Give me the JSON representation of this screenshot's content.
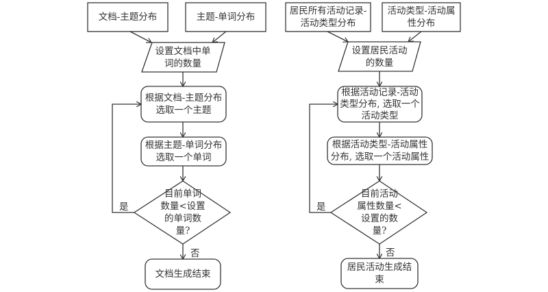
{
  "left_flowchart": {
    "input_1": "文档-主题分布",
    "input_2": "主题-单词分布",
    "set_count": [
      "设置文档中单",
      "词的数量"
    ],
    "step_1": [
      "根据文档-主题分布",
      "选取一个主题"
    ],
    "step_2": [
      "根据主题-单词分布",
      "选取一个单词"
    ],
    "decision": [
      "目前单词",
      "数量<设置",
      "的单词数",
      "量?"
    ],
    "yes_label": "是",
    "no_label": "否",
    "end": "文档生成结束"
  },
  "right_flowchart": {
    "input_1": [
      "居民所有活动记录-",
      "活动类型分布"
    ],
    "input_2": [
      "活动类型-活动属",
      "性分布"
    ],
    "set_count": [
      "设置居民活动",
      "的数量"
    ],
    "step_1": [
      "根据活动记录-活动",
      "类型分布, 选取一个",
      "活动类型"
    ],
    "step_2": [
      "根据活动类型-活动属性",
      "分布, 选取一个活动属性"
    ],
    "decision": [
      "目前活动",
      "属性数量<",
      "设置的数",
      "量?"
    ],
    "yes_label": "是",
    "no_label": "否",
    "end": [
      "居民活动生成结",
      "束"
    ]
  }
}
